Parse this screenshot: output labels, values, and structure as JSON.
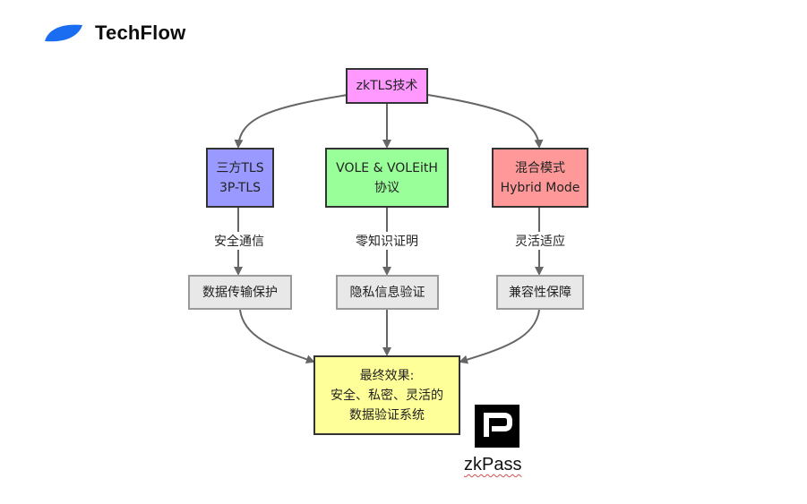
{
  "brand": {
    "name": "TechFlow",
    "color": "#1a6cf0"
  },
  "diagram": {
    "root": {
      "label": "zkTLS技术",
      "fill": "#ff99ff"
    },
    "methods": [
      {
        "line1": "三方TLS",
        "line2": "3P-TLS",
        "fill": "#9999ff",
        "edge_label": "安全通信",
        "result": "数据传输保护"
      },
      {
        "line1": "VOLE & VOLEitH",
        "line2": "协议",
        "fill": "#99ff99",
        "edge_label": "零知识证明",
        "result": "隐私信息验证"
      },
      {
        "line1": "混合模式",
        "line2": "Hybrid Mode",
        "fill": "#ff9999",
        "edge_label": "灵活适应",
        "result": "兼容性保障"
      }
    ],
    "final": {
      "line1": "最终效果:",
      "line2": "安全、私密、灵活的",
      "line3": "数据验证系统",
      "fill": "#ffff99"
    }
  },
  "watermark": {
    "name": "zkPass",
    "icon": "zkpass-p-icon"
  }
}
